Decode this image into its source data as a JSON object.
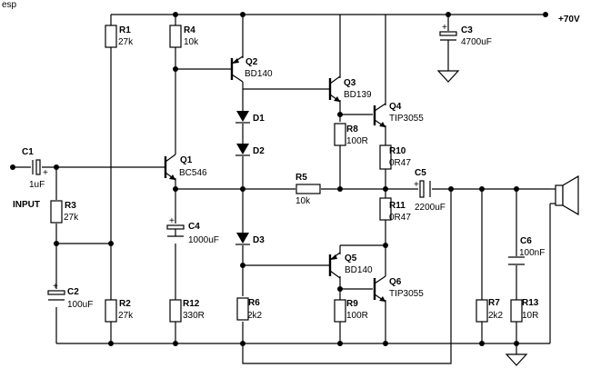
{
  "watermark": "esp",
  "supply": "+70V",
  "input_label": "INPUT",
  "components": {
    "R1": {
      "ref": "R1",
      "value": "27k"
    },
    "R2": {
      "ref": "R2",
      "value": "27k"
    },
    "R3": {
      "ref": "R3",
      "value": "27k"
    },
    "R4": {
      "ref": "R4",
      "value": "10k"
    },
    "R5": {
      "ref": "R5",
      "value": "10k"
    },
    "R6": {
      "ref": "R6",
      "value": "2k2"
    },
    "R7": {
      "ref": "R7",
      "value": "2k2"
    },
    "R8": {
      "ref": "R8",
      "value": "100R"
    },
    "R9": {
      "ref": "R9",
      "value": "100R"
    },
    "R10": {
      "ref": "R10",
      "value": "0R47"
    },
    "R11": {
      "ref": "R11",
      "value": "0R47"
    },
    "R12": {
      "ref": "R12",
      "value": "330R"
    },
    "R13": {
      "ref": "R13",
      "value": "10R"
    },
    "C1": {
      "ref": "C1",
      "value": "1uF"
    },
    "C2": {
      "ref": "C2",
      "value": "100uF"
    },
    "C3": {
      "ref": "C3",
      "value": "4700uF"
    },
    "C4": {
      "ref": "C4",
      "value": "1000uF"
    },
    "C5": {
      "ref": "C5",
      "value": "2200uF"
    },
    "C6": {
      "ref": "C6",
      "value": "100nF"
    },
    "Q1": {
      "ref": "Q1",
      "value": "BC546"
    },
    "Q2": {
      "ref": "Q2",
      "value": "BD140"
    },
    "Q3": {
      "ref": "Q3",
      "value": "BD139"
    },
    "Q4": {
      "ref": "Q4",
      "value": "TIP3055"
    },
    "Q5": {
      "ref": "Q5",
      "value": "BD140"
    },
    "Q6": {
      "ref": "Q6",
      "value": "TIP3055"
    },
    "D1": {
      "ref": "D1"
    },
    "D2": {
      "ref": "D2"
    },
    "D3": {
      "ref": "D3"
    }
  }
}
